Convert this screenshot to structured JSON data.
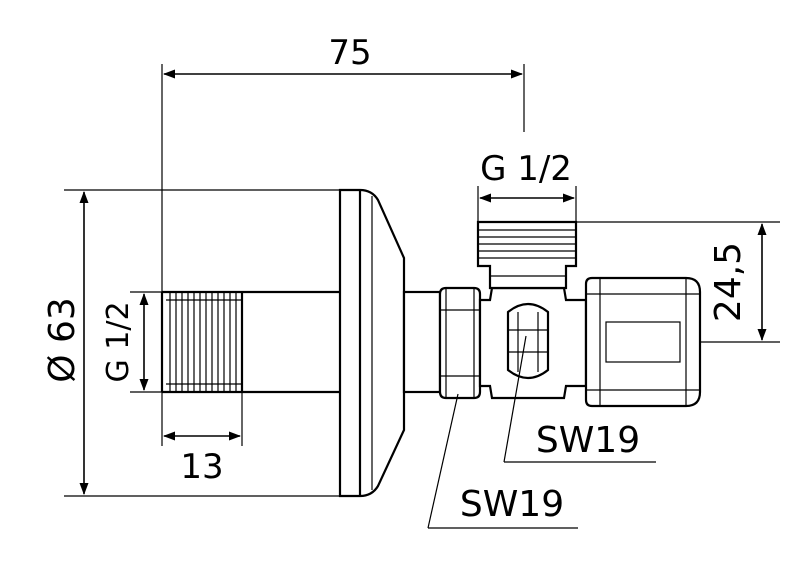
{
  "dimensions": {
    "overall_length": "75",
    "outlet_thread": "G 1/2",
    "flange_diameter": "Ø 63",
    "inlet_thread": "G 1/2",
    "thread_length": "13",
    "outlet_height": "24,5"
  },
  "callouts": {
    "wrench_size_body": "SW19",
    "wrench_size_nut": "SW19"
  },
  "colors": {
    "line": "#000000",
    "background": "#ffffff"
  }
}
